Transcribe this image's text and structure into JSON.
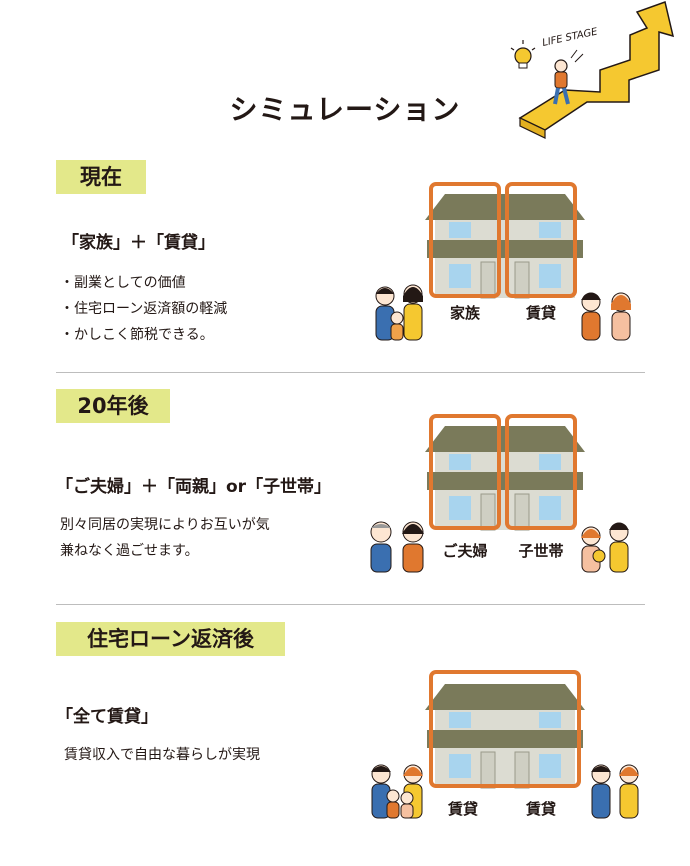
{
  "page": {
    "title": "シミュレーション"
  },
  "decor": {
    "life_stage_text": "LIFE STAGE"
  },
  "sections": [
    {
      "badge": "現在",
      "headline": "「家族」＋「賃貸」",
      "bullets": [
        "副業としての価値",
        "住宅ローン返済額の軽減",
        "かしこく節税できる。"
      ],
      "house_labels": [
        "家族",
        "賃貸"
      ]
    },
    {
      "badge": "20年後",
      "headline": "「ご夫婦」＋「両親」or「子世帯」",
      "description_lines": [
        "別々同居の実現によりお互いが気",
        "兼ねなく過ごせます。"
      ],
      "house_labels": [
        "ご夫婦",
        "子世帯"
      ]
    },
    {
      "badge": "住宅ローン返済後",
      "headline": "「全て賃貸」",
      "description_lines": [
        "賃貸収入で自由な暮らしが実現"
      ],
      "house_labels": [
        "賃貸",
        "賃貸"
      ]
    }
  ],
  "colors": {
    "badge_bg": "#e3e88a",
    "roof": "#7a7a5a",
    "wall": "#dcdcd2",
    "window": "#a8d4ee",
    "frame": "#e0782f",
    "divider": "#bdbdbd",
    "accent_yellow": "#f5c830"
  }
}
